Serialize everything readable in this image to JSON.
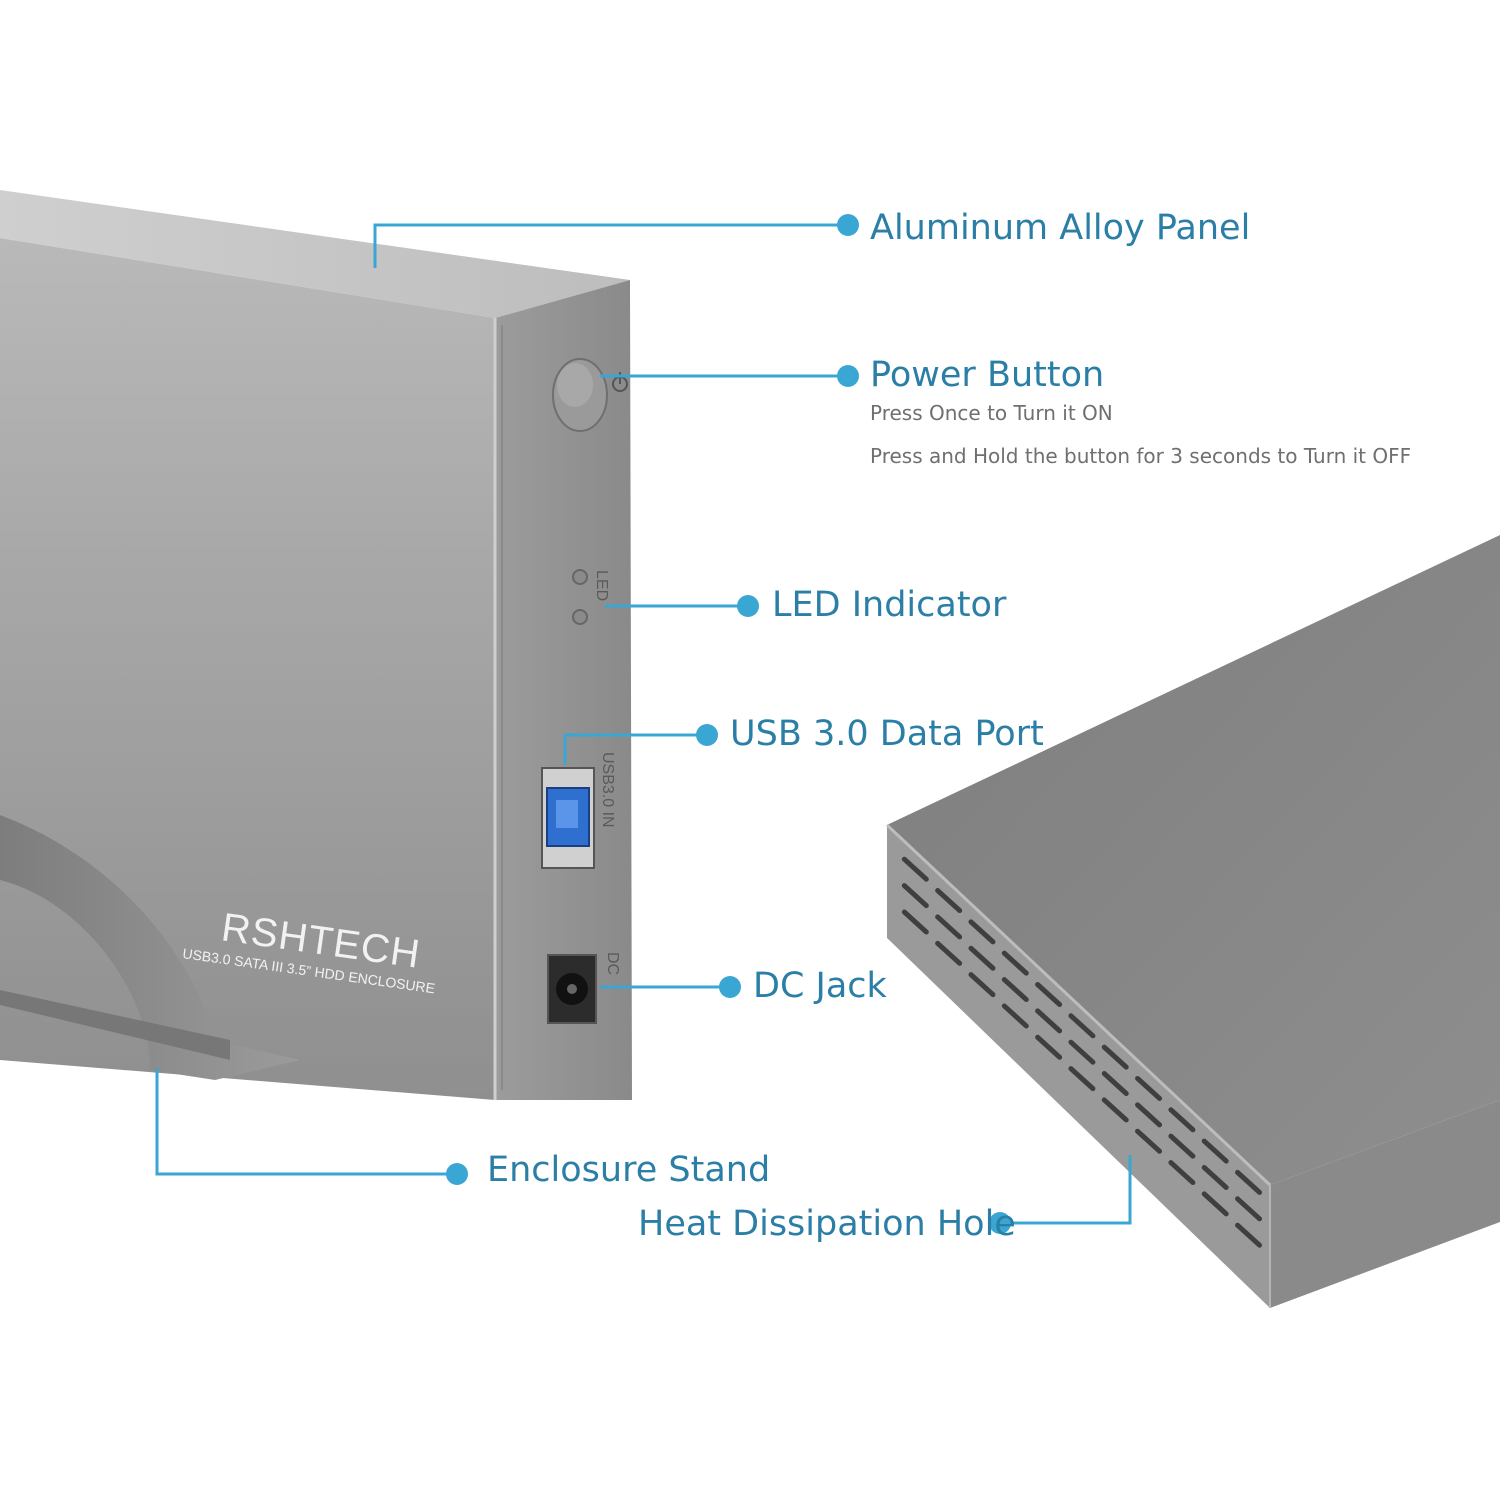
{
  "product": {
    "brand": "RSHTECH",
    "model_line": "USB3.0 SATA III 3.5” HDD ENCLOSURE",
    "port_labels": {
      "led": "LED",
      "usb": "USB3.0 IN",
      "dc": "DC"
    }
  },
  "callouts": {
    "aluminum_panel": "Aluminum Alloy Panel",
    "power_button": "Power Button",
    "power_note_on": "Press Once to Turn it ON",
    "power_note_off": "Press and Hold the button for 3 seconds to Turn it OFF",
    "led_indicator": "LED Indicator",
    "usb_port": "USB 3.0 Data Port",
    "dc_jack": "DC Jack",
    "stand": "Enclosure Stand",
    "heat_holes": "Heat Dissipation Hole"
  },
  "colors": {
    "callout_text": "#2b7fa6",
    "callout_line": "#3aa6d4",
    "usb_blue": "#2f6fd0",
    "enclosure": "#8d8d8d"
  }
}
